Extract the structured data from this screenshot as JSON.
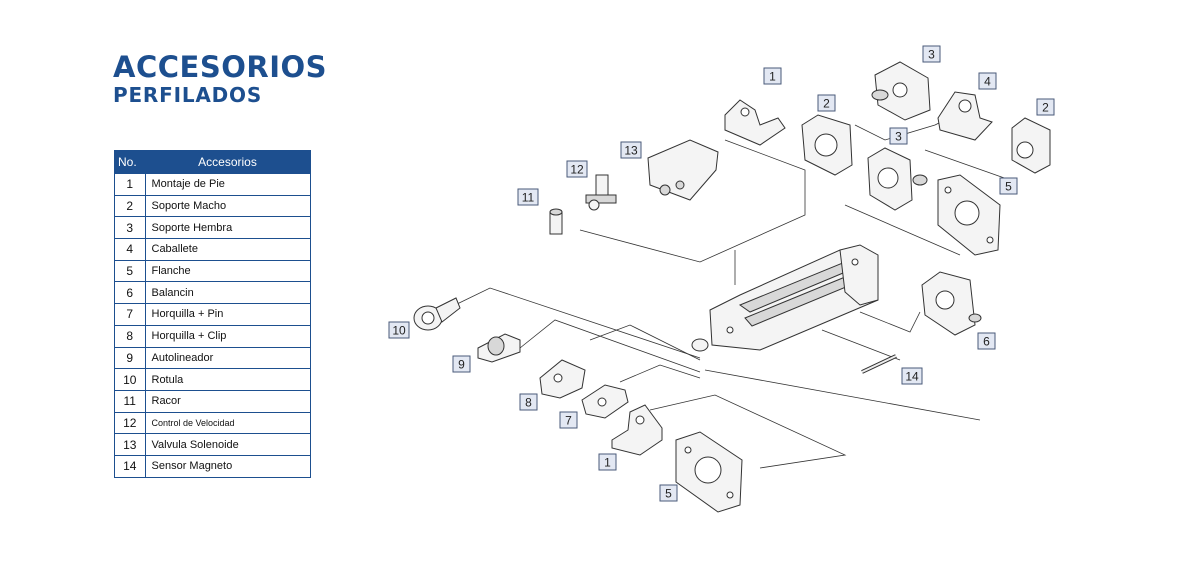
{
  "title": {
    "line1": "ACCESORIOS",
    "line2": "PERFILADOS"
  },
  "table": {
    "header_no": "No.",
    "header_name": "Accesorios",
    "rows": [
      {
        "no": "1",
        "name": "Montaje de Pie"
      },
      {
        "no": "2",
        "name": "Soporte Macho"
      },
      {
        "no": "3",
        "name": "Soporte Hembra"
      },
      {
        "no": "4",
        "name": "Caballete"
      },
      {
        "no": "5",
        "name": "Flanche"
      },
      {
        "no": "6",
        "name": "Balancin"
      },
      {
        "no": "7",
        "name": "Horquilla + Pin"
      },
      {
        "no": "8",
        "name": "Horquilla + Clip"
      },
      {
        "no": "9",
        "name": "Autolineador"
      },
      {
        "no": "10",
        "name": "Rotula"
      },
      {
        "no": "11",
        "name": "Racor"
      },
      {
        "no": "12",
        "name": "Control de Velocidad"
      },
      {
        "no": "13",
        "name": "Valvula Solenoide"
      },
      {
        "no": "14",
        "name": "Sensor Magneto"
      }
    ]
  },
  "callouts": {
    "c1_top": "1",
    "c2_top": "2",
    "c3_top": "3",
    "c4": "4",
    "c2_right": "2",
    "c3_mid": "3",
    "c5_right": "5",
    "c13": "13",
    "c12": "12",
    "c11": "11",
    "c6": "6",
    "c10": "10",
    "c9": "9",
    "c8": "8",
    "c7": "7",
    "c14": "14",
    "c1_bottom": "1",
    "c5_bottom": "5"
  },
  "colors": {
    "brand": "#1d4f8f",
    "callout_fill": "#e3e8f3"
  }
}
